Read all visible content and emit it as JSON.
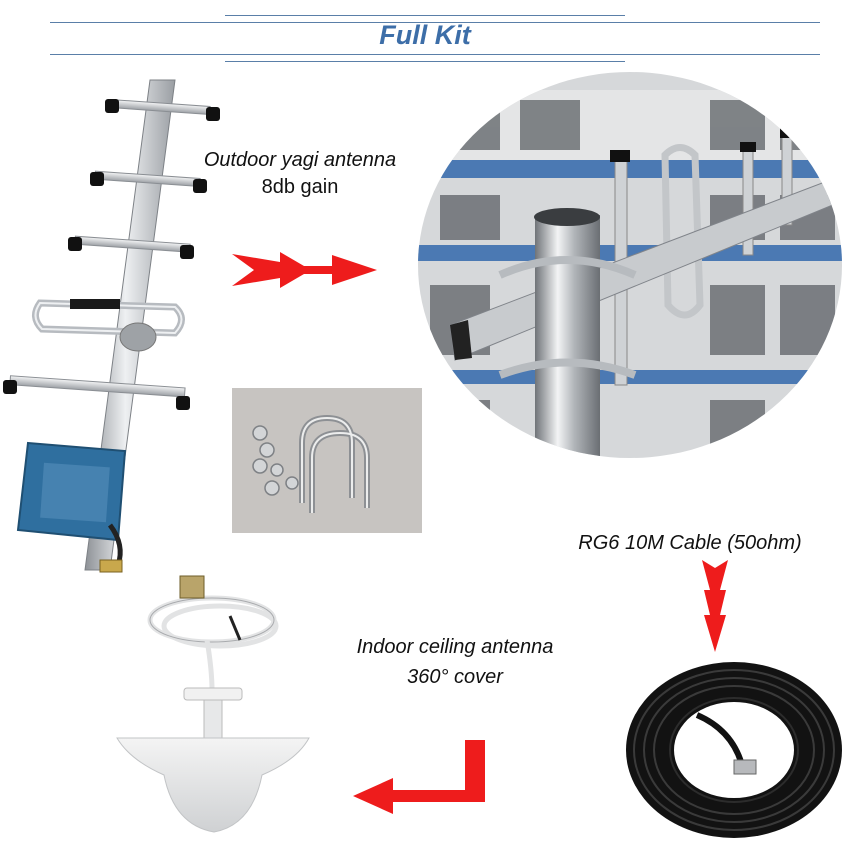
{
  "header": {
    "title": "Full Kit"
  },
  "outdoor": {
    "line1": "Outdoor yagi antenna",
    "line2": "8db gain"
  },
  "cable": {
    "label": "RG6 10M Cable (50ohm)"
  },
  "indoor": {
    "line1": "Indoor ceiling antenna",
    "line2": "360° cover"
  },
  "colors": {
    "title": "#3d6ea8",
    "arrow": "#ee1c1c",
    "rule": "#5a7fa8"
  },
  "icons": [
    "yagi-antenna-icon",
    "mounted-antenna-photo",
    "u-bolt-kit-photo",
    "coax-cable-coil-icon",
    "ceiling-antenna-icon",
    "red-arrow-icon"
  ]
}
